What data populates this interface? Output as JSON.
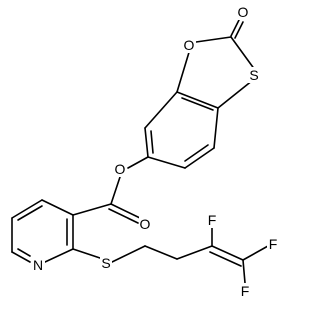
{
  "structure": {
    "atoms": [
      {
        "id": "o_carbonyl_top",
        "label": "O"
      },
      {
        "id": "o_ring",
        "label": "O"
      },
      {
        "id": "s_ring",
        "label": "S"
      },
      {
        "id": "o_ester",
        "label": "O"
      },
      {
        "id": "o_ester_carbonyl",
        "label": "O"
      },
      {
        "id": "n_pyridine",
        "label": "N"
      },
      {
        "id": "s_thioether",
        "label": "S"
      },
      {
        "id": "f_upper",
        "label": "F"
      },
      {
        "id": "f_right",
        "label": "F"
      },
      {
        "id": "f_bottom",
        "label": "F"
      }
    ]
  }
}
